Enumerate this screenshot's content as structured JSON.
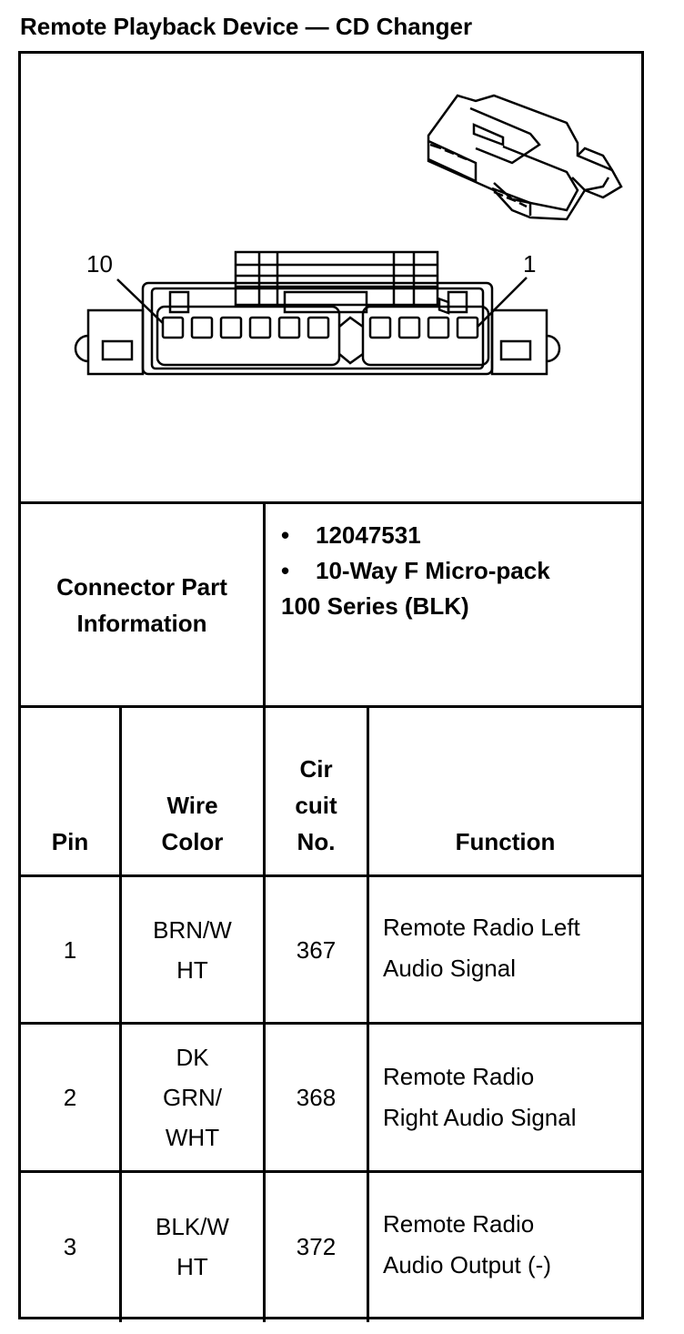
{
  "title": "Remote Playback Device — CD Changer",
  "diagram": {
    "pin_label_left": "10",
    "pin_label_right": "1"
  },
  "connector_info": {
    "label_line1": "Connector Part",
    "label_line2": "Information",
    "bullet": "•",
    "items": [
      "12047531",
      "10-Way F Micro-pack"
    ],
    "continuation": "100 Series (BLK)"
  },
  "table": {
    "headers": {
      "pin": "Pin",
      "wire_color": [
        "Wire",
        "Color"
      ],
      "circuit": [
        "Cir",
        "cuit",
        "No."
      ],
      "function": "Function"
    },
    "rows": [
      {
        "pin": "1",
        "wire": [
          "BRN/W",
          "HT"
        ],
        "circuit": "367",
        "function": [
          "Remote Radio Left",
          "Audio Signal"
        ]
      },
      {
        "pin": "2",
        "wire": [
          "DK",
          "GRN/",
          "WHT"
        ],
        "circuit": "368",
        "function": [
          "Remote Radio",
          "Right Audio Signal"
        ]
      },
      {
        "pin": "3",
        "wire": [
          "BLK/W",
          "HT"
        ],
        "circuit": "372",
        "function": [
          "Remote Radio",
          "Audio Output (-)"
        ]
      }
    ]
  }
}
